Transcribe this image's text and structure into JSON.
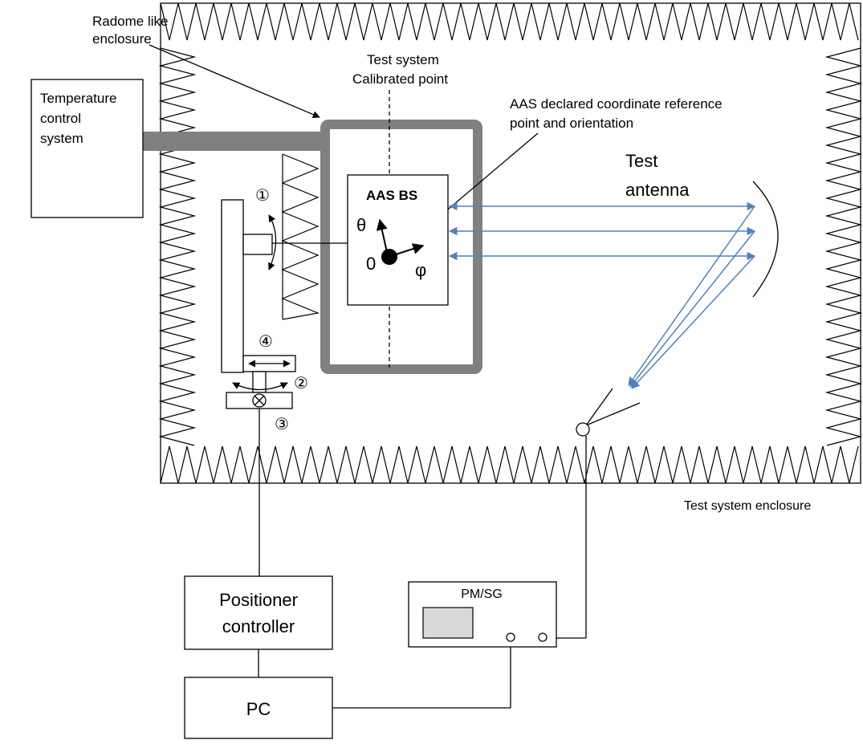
{
  "labels": {
    "radome_line1": "Radome like",
    "radome_line2": "enclosure",
    "calib_line1": "Test system",
    "calib_line2": "Calibrated point",
    "aas_ref_line1": "AAS declared coordinate reference",
    "aas_ref_line2": "point and orientation",
    "temp_line1": "Temperature",
    "temp_line2": "control",
    "temp_line3": "system",
    "test_antenna_line1": "Test",
    "test_antenna_line2": "antenna",
    "aas_bs": "AAS BS",
    "theta": "θ",
    "origin": "0",
    "phi": "φ",
    "marker1": "①",
    "marker2": "②",
    "marker3": "③",
    "marker4": "④",
    "enclosure": "Test system enclosure",
    "positioner_line1": "Positioner",
    "positioner_line2": "controller",
    "pc": "PC",
    "pmsg": "PM/SG"
  },
  "colors": {
    "absorber": "#000000",
    "radome": "#808080",
    "signal_path": "#4f81bd"
  },
  "icons": {
    "origin": "reference-point-icon",
    "horn": "horn-antenna-icon",
    "reflector": "reflector-icon",
    "connector": "connector-icon",
    "rotation": "rotation-arrow-icon",
    "axis": "axis-arrow-icon"
  }
}
